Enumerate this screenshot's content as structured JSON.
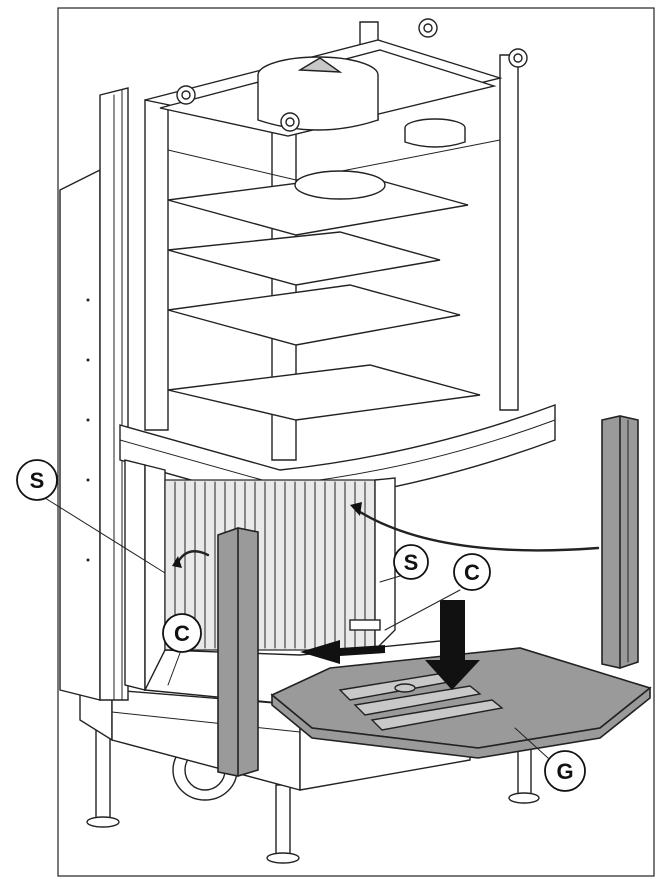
{
  "callouts": {
    "s_left": "S",
    "s_center": "S",
    "c_left": "C",
    "c_right": "C",
    "g": "G"
  }
}
